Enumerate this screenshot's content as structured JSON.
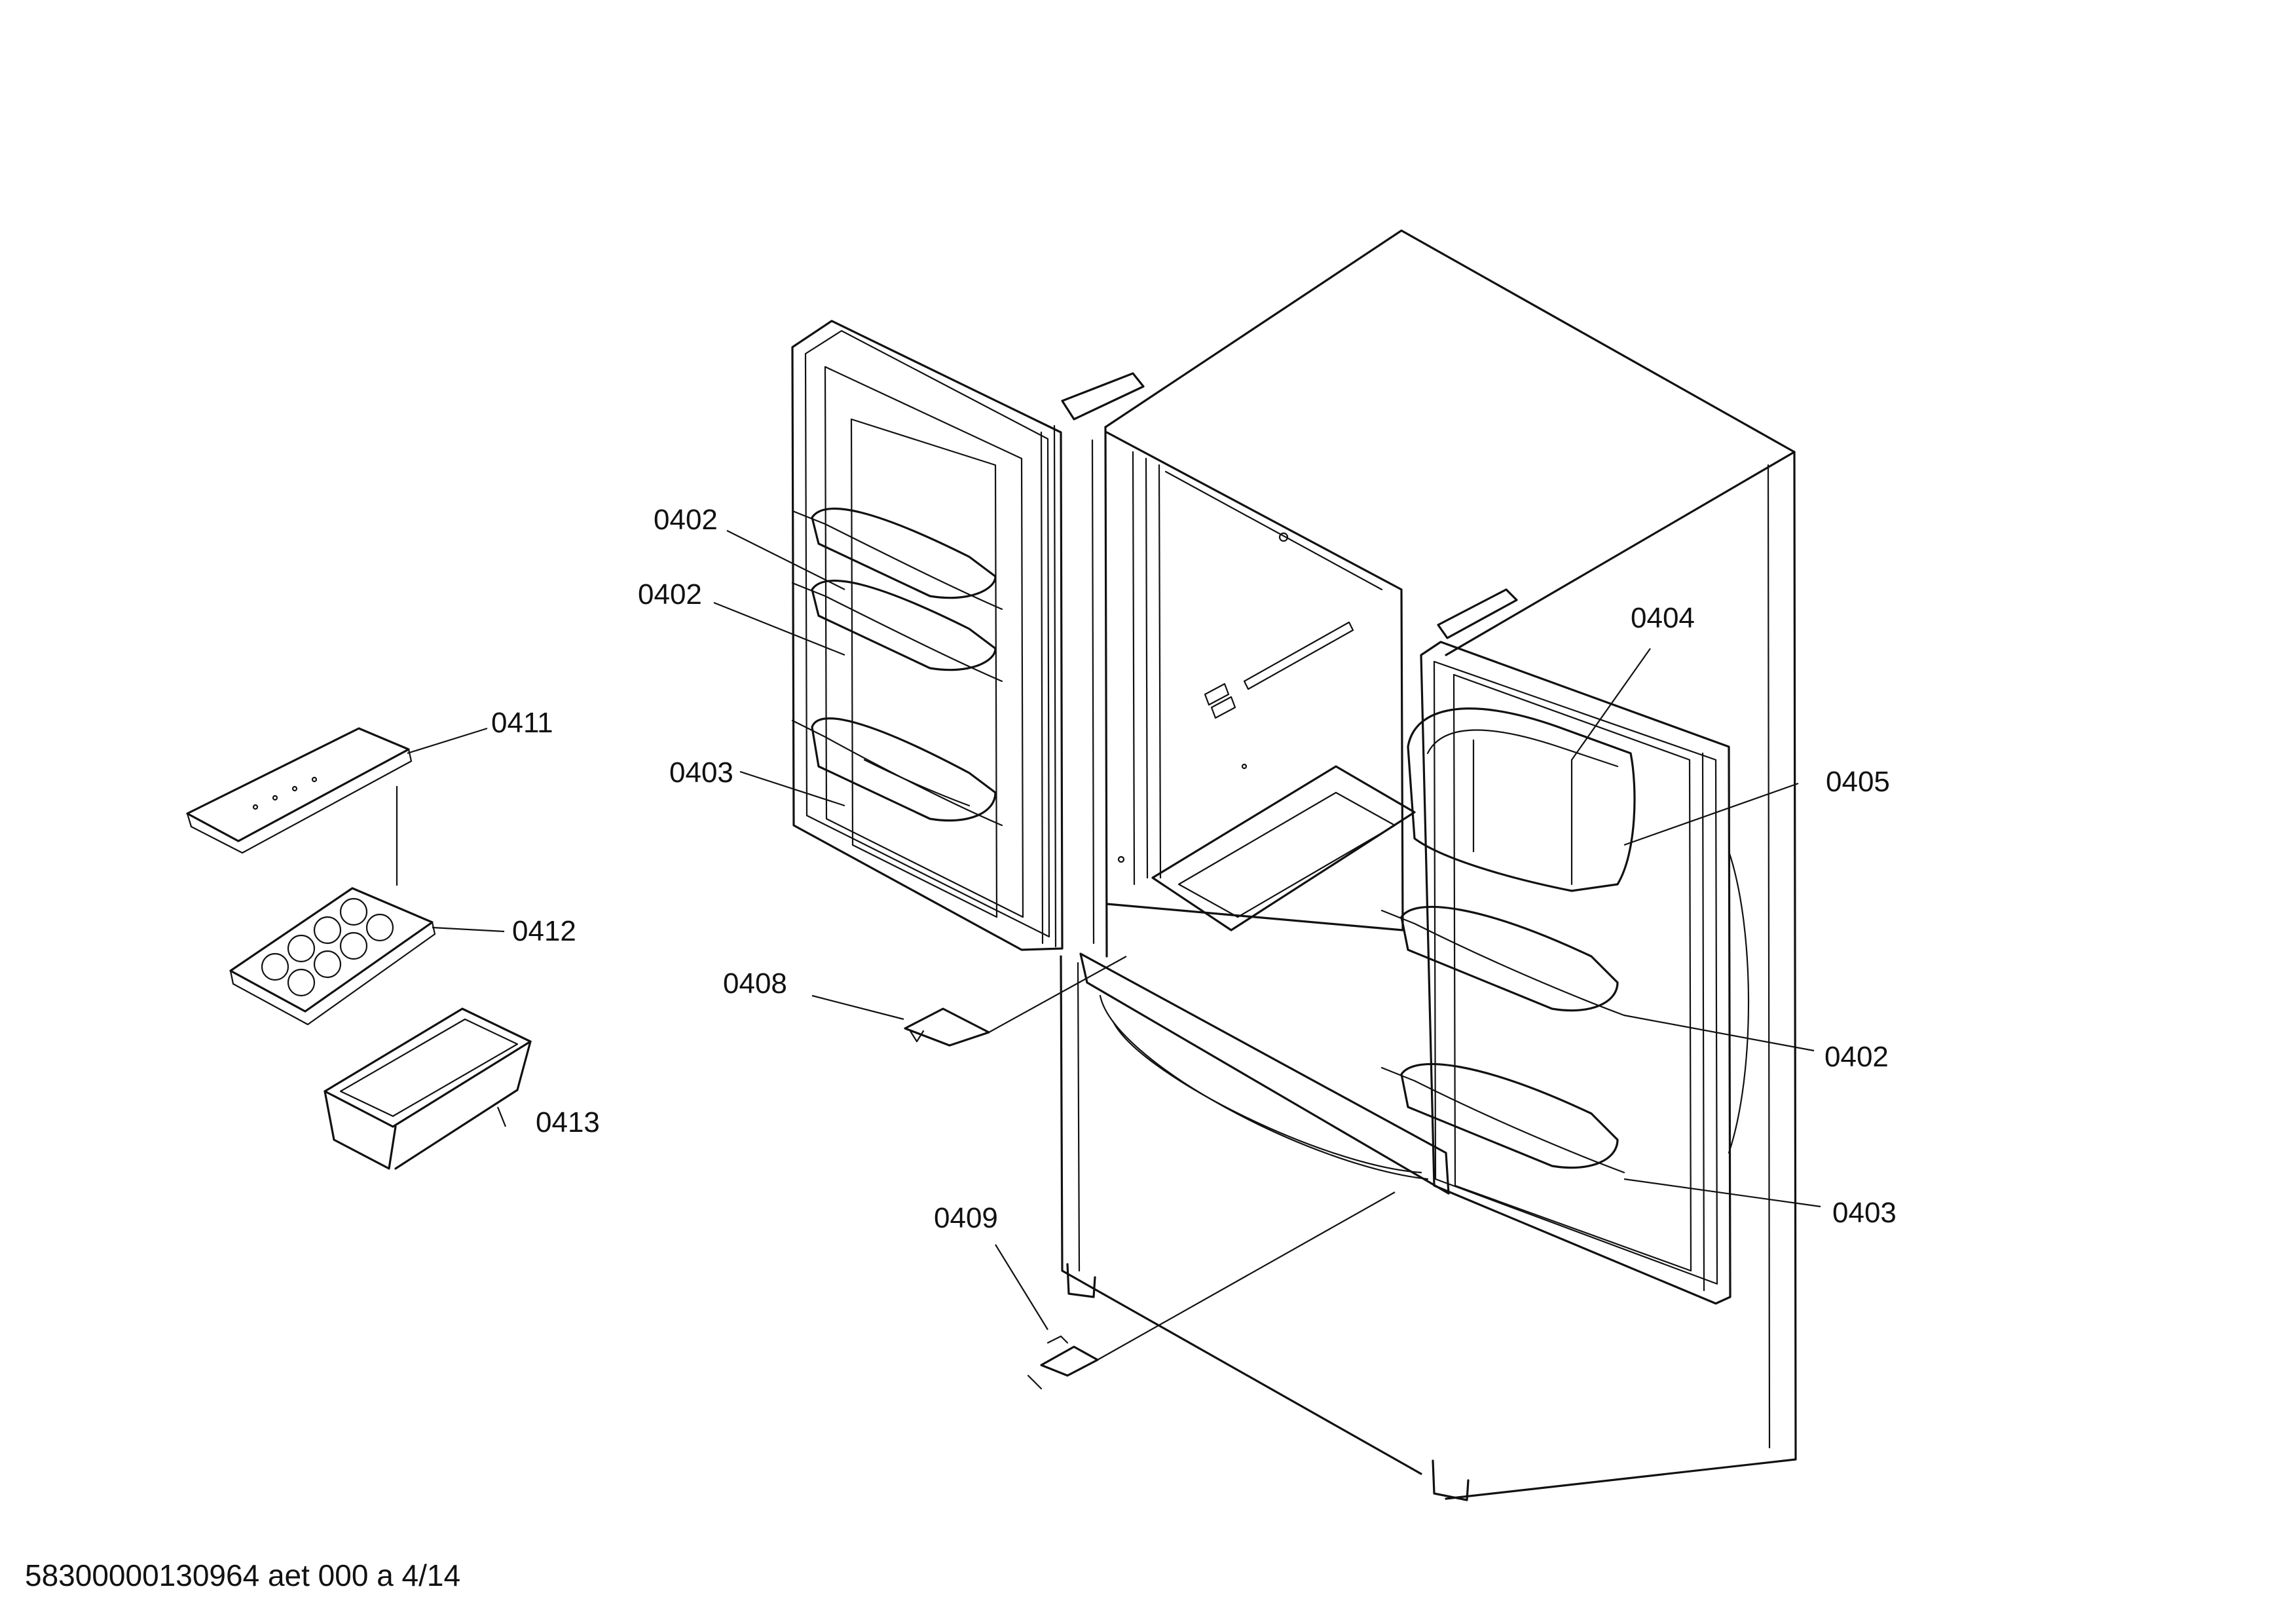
{
  "callouts": {
    "c0402a": "0402",
    "c0402b": "0402",
    "c0403a": "0403",
    "c0411": "0411",
    "c0412": "0412",
    "c0413": "0413",
    "c0408": "0408",
    "c0409": "0409",
    "c0404": "0404",
    "c0405": "0405",
    "c0402c": "0402",
    "c0403b": "0403"
  },
  "footer": {
    "document_code": "58300000130964 aet 000 a 4/14"
  }
}
